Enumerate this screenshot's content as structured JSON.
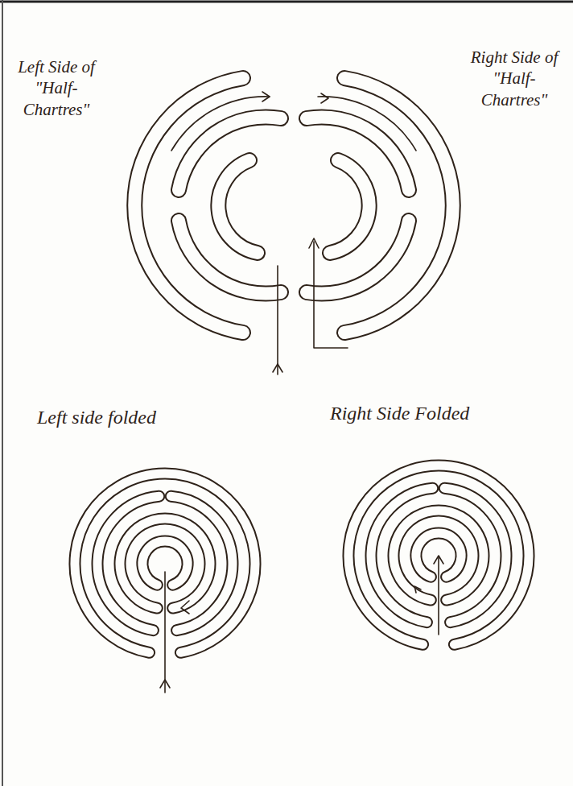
{
  "diagram": {
    "labels": [
      "Left Side of \"Half-Chartres\"",
      "Right Side of \"Half-Chartres\"",
      "Left side folded",
      "Right Side Folded"
    ]
  }
}
